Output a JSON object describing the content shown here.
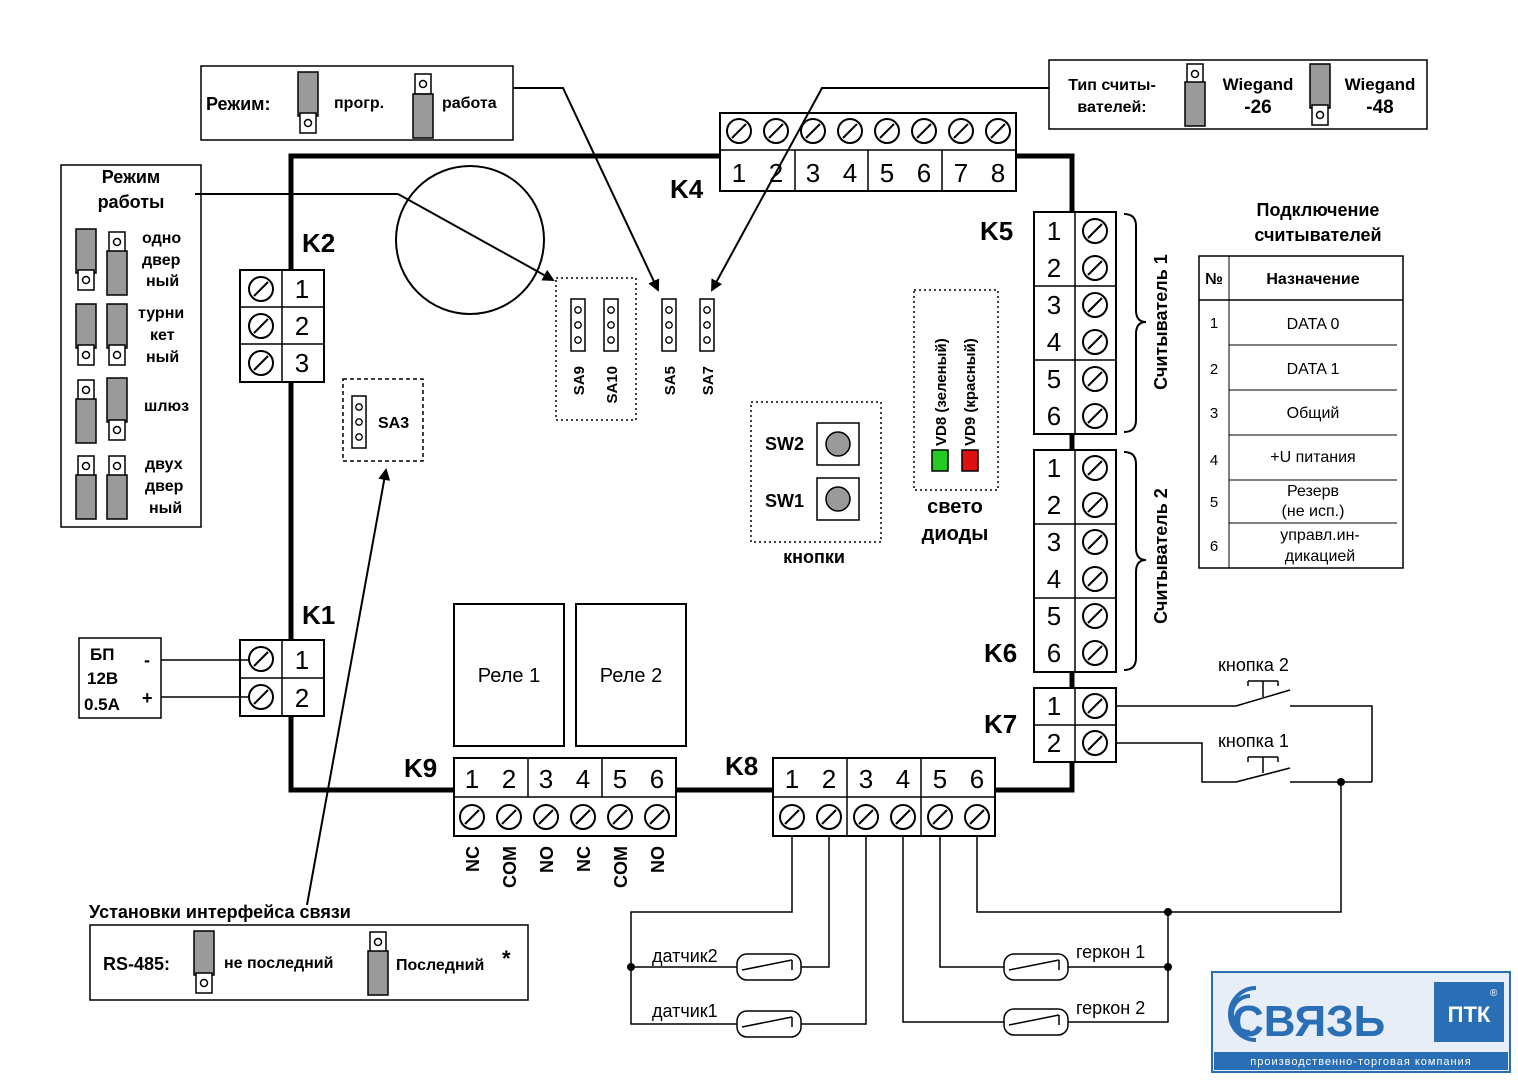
{
  "terminals": {
    "K1": {
      "label": "K1",
      "pins": [
        "1",
        "2"
      ]
    },
    "K2": {
      "label": "K2",
      "pins": [
        "1",
        "2",
        "3"
      ]
    },
    "K4": {
      "label": "K4",
      "pins": [
        "1",
        "2",
        "3",
        "4",
        "5",
        "6",
        "7",
        "8"
      ]
    },
    "K5": {
      "label": "K5",
      "pins": [
        "1",
        "2",
        "3",
        "4",
        "5",
        "6"
      ]
    },
    "K6": {
      "label": "K6",
      "pins": [
        "1",
        "2",
        "3",
        "4",
        "5",
        "6"
      ]
    },
    "K7": {
      "label": "K7",
      "pins": [
        "1",
        "2"
      ]
    },
    "K8": {
      "label": "K8",
      "pins": [
        "1",
        "2",
        "3",
        "4",
        "5",
        "6"
      ]
    },
    "K9": {
      "label": "K9",
      "pins": [
        "1",
        "2",
        "3",
        "4",
        "5",
        "6"
      ],
      "contacts": [
        "NC",
        "COM",
        "NO",
        "NC",
        "COM",
        "NO"
      ]
    }
  },
  "mode_box": {
    "title": "Режим:",
    "prog": "прогр.",
    "work": "работа"
  },
  "work_mode_box": {
    "title_line1": "Режим",
    "title_line2": "работы",
    "one_door": [
      "одно",
      "двер",
      "ный"
    ],
    "turnstile": [
      "турни",
      "кет",
      "ный"
    ],
    "gateway": "шлюз",
    "two_door": [
      "двух",
      "двер",
      "ный"
    ]
  },
  "reader_type_box": {
    "title_line1": "Тип считы-",
    "title_line2": "вателей:",
    "w26_line1": "Wiegand",
    "w26_line2": "-26",
    "w48_line1": "Wiegand",
    "w48_line2": "-48"
  },
  "jumpers": {
    "sa9": "SA9",
    "sa10": "SA10",
    "sa5": "SA5",
    "sa7": "SA7",
    "sa3": "SA3"
  },
  "leds": {
    "vd8": "VD8 (зеленый)",
    "vd9": "VD9 (красный)",
    "label_line1": "свето",
    "label_line2": "диоды",
    "green": "#22cc22",
    "red": "#dd1111"
  },
  "buttons": {
    "sw2": "SW2",
    "sw1": "SW1",
    "label": "кнопки"
  },
  "relays": {
    "relay1": "Реле 1",
    "relay2": "Реле 2"
  },
  "power": {
    "line1": "БП",
    "line2": "12В",
    "line3": "0.5А",
    "minus": "-",
    "plus": "+"
  },
  "readers": {
    "reader1": "Считыватель 1",
    "reader2": "Считыватель 2"
  },
  "reader_table": {
    "title_line1": "Подключение",
    "title_line2": "считывателей",
    "col_num": "№",
    "col_purpose": "Назначение",
    "rows": [
      {
        "n": "1",
        "v1": "DATA 0",
        "v2": ""
      },
      {
        "n": "2",
        "v1": "DATA 1",
        "v2": ""
      },
      {
        "n": "3",
        "v1": "Общий",
        "v2": ""
      },
      {
        "n": "4",
        "v1": "+U питания",
        "v2": ""
      },
      {
        "n": "5",
        "v1": "Резерв",
        "v2": "(не исп.)"
      },
      {
        "n": "6",
        "v1": "управл.ин-",
        "v2": "дикацией"
      }
    ]
  },
  "ext_buttons": {
    "btn2": "кнопка 2",
    "btn1": "кнопка 1"
  },
  "sensors": {
    "sensor2": "датчик2",
    "sensor1": "датчик1",
    "reed1": "геркон 1",
    "reed2": "геркон 2"
  },
  "interface_box": {
    "title": "Установки интерфейса связи",
    "rs485": "RS-485:",
    "not_last": "не последний",
    "last": "Последний",
    "star": "*"
  },
  "logo": {
    "brand": "СВЯЗЬ",
    "ptk": "ПТК",
    "reg": "®",
    "tagline": "производственно-торговая компания",
    "color": "#2a6fb5",
    "bg": "#e8eef7"
  }
}
